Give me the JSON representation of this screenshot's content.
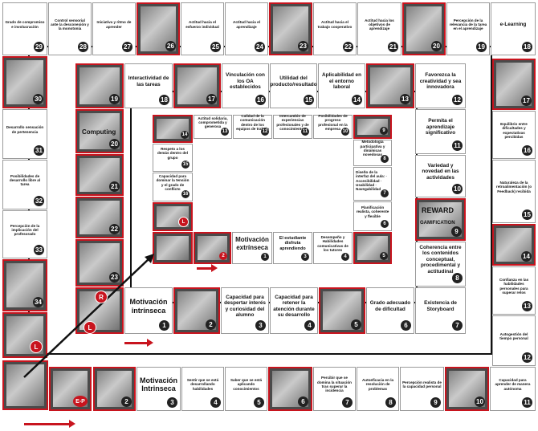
{
  "outer": {
    "cells": [
      {
        "n": "2",
        "text": ""
      },
      {
        "n": "3",
        "text": "Motivación Intrinseca"
      },
      {
        "n": "4",
        "text": "Sentir que se está desarrollando habilidades"
      },
      {
        "n": "5",
        "text": "Saber que se está aplicando conocimientos"
      },
      {
        "n": "6",
        "text": ""
      },
      {
        "n": "7",
        "text": "Percibir que se domina la situación tras superar la incidencia"
      },
      {
        "n": "8",
        "text": "Autoeficacia en la resolución de problemas"
      },
      {
        "n": "9",
        "text": "Percepción realista de la capacidad personal"
      },
      {
        "n": "10",
        "text": ""
      },
      {
        "n": "11",
        "text": "Capacidad para aprender de manera autónoma"
      },
      {
        "n": "12",
        "text": "Autogestión del tiempo personal"
      },
      {
        "n": "13",
        "text": "Confianza en las habilidades personales para superar retos"
      },
      {
        "n": "14",
        "text": ""
      },
      {
        "n": "15",
        "text": "Naturaleza de la retroalimentación (o Feedback) recibida"
      },
      {
        "n": "16",
        "text": "Equilibrio entre dificultades y expectativas percibidas"
      },
      {
        "n": "17",
        "text": ""
      },
      {
        "n": "18",
        "text": "e-Learning"
      },
      {
        "n": "19",
        "text": "Percepción de la relevancia de la tarea en el aprendizaje"
      },
      {
        "n": "20",
        "text": ""
      },
      {
        "n": "21",
        "text": "Actitud hacia los objetivos de aprendizaje"
      },
      {
        "n": "22",
        "text": "Actitud hacia el trabajo cooperativo"
      },
      {
        "n": "23",
        "text": ""
      },
      {
        "n": "24",
        "text": "Actitud hacia el aprendizaje"
      },
      {
        "n": "25",
        "text": "Actitud hacia el esfuerzo individual"
      },
      {
        "n": "26",
        "text": ""
      },
      {
        "n": "27",
        "text": "Iniciativa y ritmo de aprender"
      },
      {
        "n": "28",
        "text": "Control sensorial ante la desconexión y la monotonía"
      },
      {
        "n": "29",
        "text": "Grado de compromiso e involucración"
      },
      {
        "n": "30",
        "text": ""
      },
      {
        "n": "31",
        "text": "Desarrollo sensación de pertenencia"
      },
      {
        "n": "32",
        "text": "Posibilidades de desarrollo libre al tarea"
      },
      {
        "n": "33",
        "text": "Percepción de la implicación del profesorado"
      },
      {
        "n": "34",
        "text": ""
      }
    ]
  },
  "middle": {
    "cells": [
      {
        "n": "1",
        "text": "Motivación intrínseca"
      },
      {
        "n": "2",
        "text": ""
      },
      {
        "n": "3",
        "text": "Capacidad para despertar interés y curiosidad del alumno"
      },
      {
        "n": "4",
        "text": "Capacidad para retener la atención durante su desarrollo"
      },
      {
        "n": "5",
        "text": ""
      },
      {
        "n": "6",
        "text": "Grado adecuado de dificultad"
      },
      {
        "n": "7",
        "text": "Existencia de Storyboard"
      },
      {
        "n": "8",
        "text": "Coherencia entre los contenidos conceptual, procedimental y actitudinal"
      },
      {
        "n": "9",
        "text": ""
      },
      {
        "n": "10",
        "text": "Variedad y novedad en las actividades"
      },
      {
        "n": "11",
        "text": "Permita el aprendizaje significativo"
      },
      {
        "n": "12",
        "text": "Favorezca la creatividad y sea innovadora"
      },
      {
        "n": "13",
        "text": ""
      },
      {
        "n": "14",
        "text": "Aplicabilidad en el entorno laboral"
      },
      {
        "n": "15",
        "text": "Utilidad del producto/resultado"
      },
      {
        "n": "16",
        "text": "Vinculación con los OA establecidos"
      },
      {
        "n": "17",
        "text": ""
      },
      {
        "n": "18",
        "text": "Interactividad de las tareas"
      },
      {
        "n": "19",
        "text": ""
      },
      {
        "n": "20",
        "text": ""
      },
      {
        "n": "21",
        "text": ""
      },
      {
        "n": "22",
        "text": ""
      },
      {
        "n": "23",
        "text": ""
      }
    ]
  },
  "inner": {
    "cells": [
      {
        "n": "1",
        "text": "Motivación extrínseca"
      },
      {
        "n": "2",
        "text": ""
      },
      {
        "n": "3",
        "text": "El estudiante disfruta aprendiendo"
      },
      {
        "n": "4",
        "text": "Desempeño y Habilidades comunicativas de los tutores"
      },
      {
        "n": "5",
        "text": ""
      },
      {
        "n": "6",
        "text": "Planificación realista, coherente y flexible"
      },
      {
        "n": "7",
        "text": "Diseño de la interfaz del aula: · Accesibilidad · Usabilidad · Navegabilidad"
      },
      {
        "n": "8",
        "text": "Metodología participativa y dinámicas novedosas"
      },
      {
        "n": "9",
        "text": ""
      },
      {
        "n": "10",
        "text": "Posibilidades de progreso profesional en la empresa"
      },
      {
        "n": "11",
        "text": "Intercambio de experiencias profesionales y de conocimientos"
      },
      {
        "n": "12",
        "text": "Calidad de la comunicación dentro de los equipos de trabajo"
      },
      {
        "n": "13",
        "text": "Actitud solidaria, comprometida y generosa"
      },
      {
        "n": "14",
        "text": ""
      },
      {
        "n": "15",
        "text": "Respeto a los demás dentro del grupo"
      },
      {
        "n": "16",
        "text": "Capacidad para dominar la tensión y el grado de conflicto"
      }
    ]
  },
  "labels": {
    "computing": "Computing",
    "reward": "REWARD",
    "gamification": "GAMIFICATION",
    "storyboard": "Storyboard",
    "l_badge": "L",
    "r_badge": "R",
    "ep_badge": "E-P"
  }
}
